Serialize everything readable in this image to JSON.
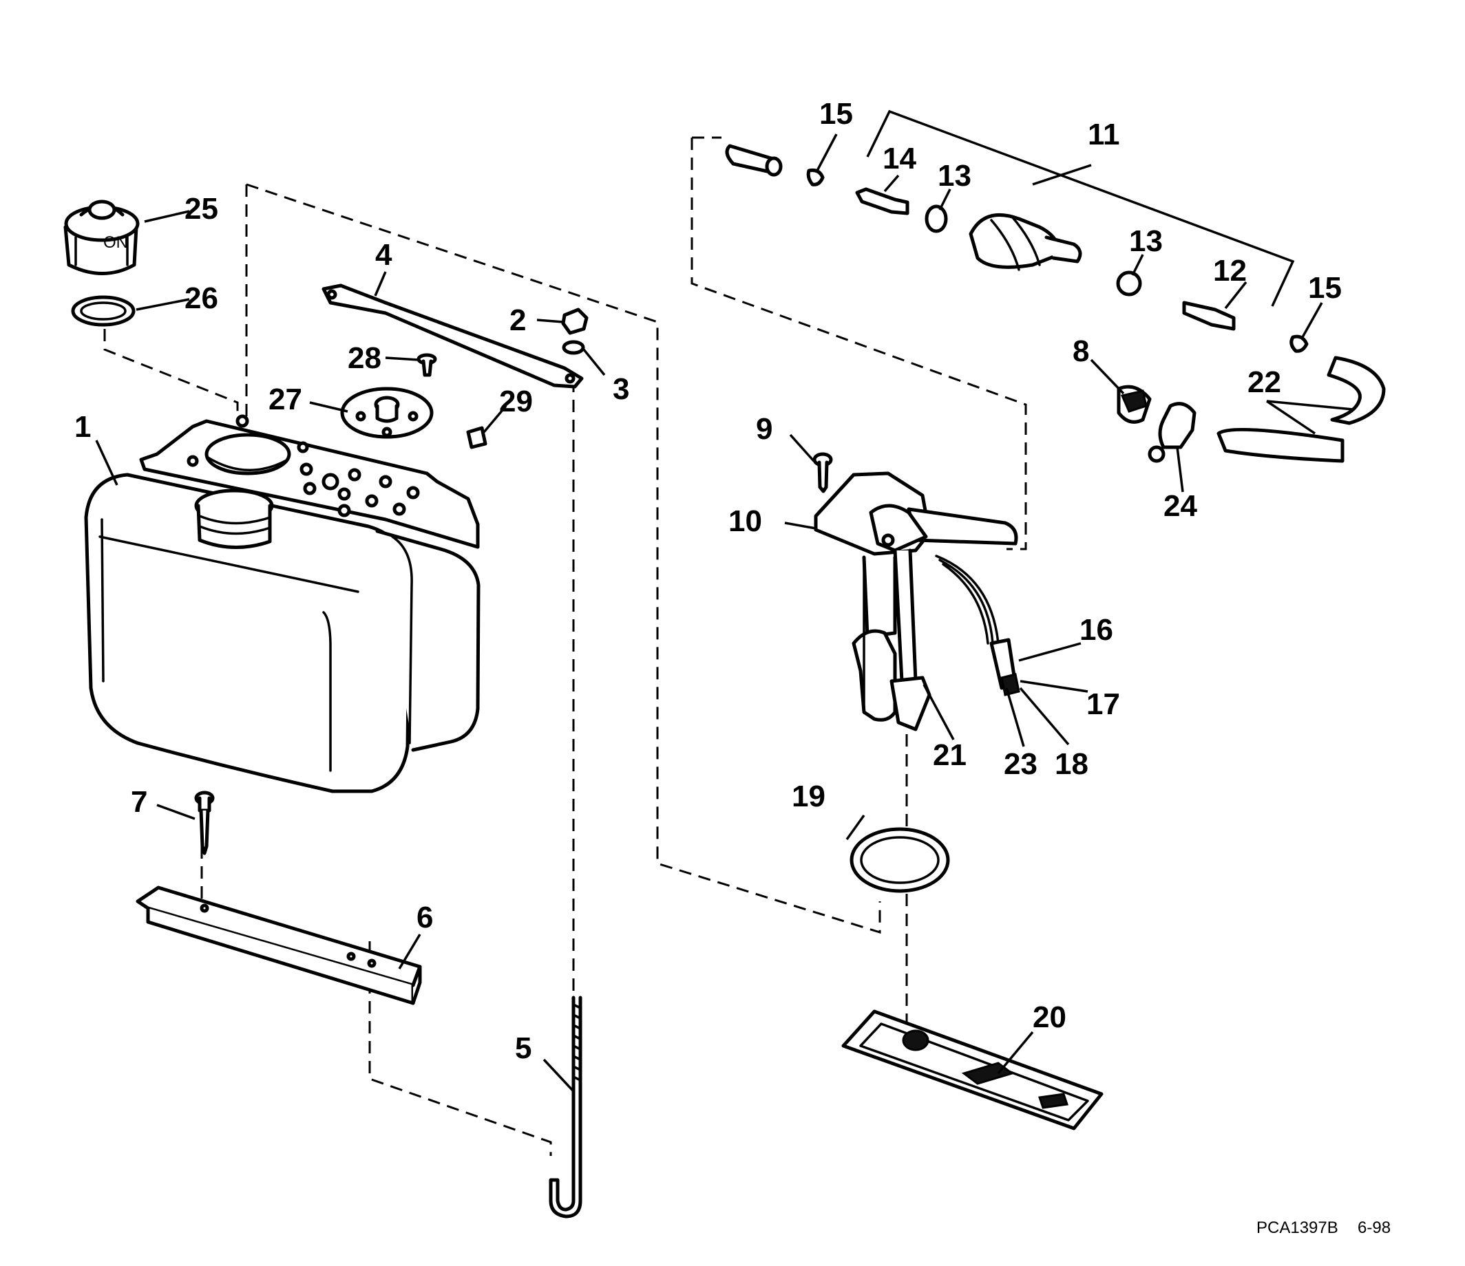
{
  "diagram": {
    "callouts": [
      "1",
      "2",
      "3",
      "4",
      "5",
      "6",
      "7",
      "8",
      "9",
      "10",
      "11",
      "12",
      "13",
      "13",
      "14",
      "15",
      "15",
      "16",
      "17",
      "18",
      "19",
      "20",
      "21",
      "22",
      "23",
      "24",
      "25",
      "26",
      "27",
      "28",
      "29"
    ],
    "reference_code": "PCA1397B",
    "date_code": "6-98"
  }
}
